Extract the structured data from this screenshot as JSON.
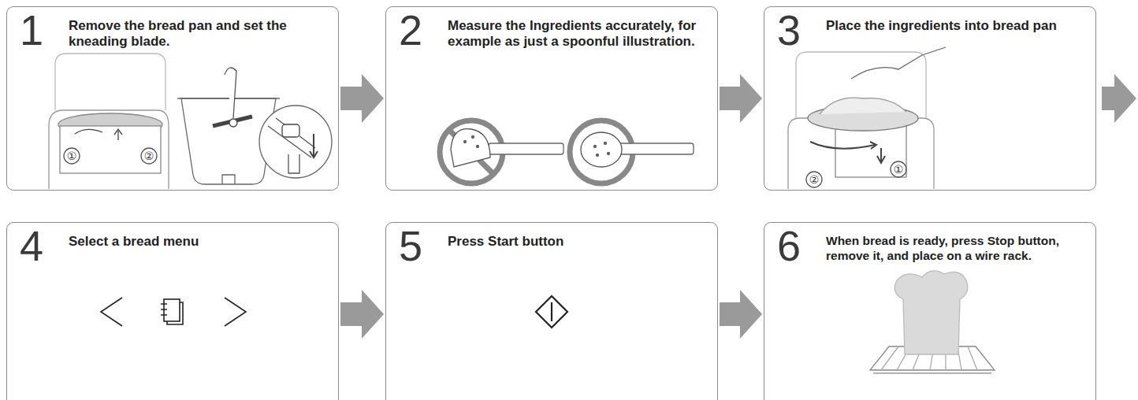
{
  "diagram": {
    "nodes": [
      {
        "text": [
          "1",
          "Remove the bread pan and set the kneading blade."
        ]
      },
      {
        "text": [
          "2",
          "Measure the Ingredients accurately, for example as just a spoonful illustration."
        ]
      },
      {
        "text": [
          "3",
          "Place the ingredients into bread pan"
        ]
      },
      {
        "text": [
          "4",
          "Select a bread menu"
        ]
      },
      {
        "text": [
          "5",
          "Press Start button"
        ]
      },
      {
        "text": [
          "6",
          "When bread is ready, press Stop button, remove it, and place on a wire rack."
        ]
      }
    ],
    "edges": [
      {
        "from": 0,
        "to": 1,
        "arrow": "to"
      },
      {
        "from": 1,
        "to": 2,
        "arrow": "to"
      },
      {
        "from": 3,
        "to": 4,
        "arrow": "to"
      },
      {
        "from": 4,
        "to": 5,
        "arrow": "to"
      }
    ],
    "labels": [
      "①",
      "②",
      "②",
      "①"
    ]
  }
}
